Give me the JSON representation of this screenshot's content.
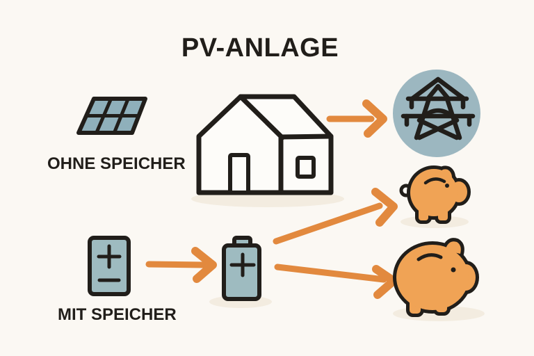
{
  "title": "PV-ANLAGE",
  "scenarios": {
    "without_storage": {
      "label": "OHNE SPEICHER"
    },
    "with_storage": {
      "label": "MIT SPEICHER"
    }
  },
  "icons": {
    "solar_panel": "solar-panel-icon",
    "house": "house-icon",
    "power_grid": "power-grid-pylon-icon",
    "battery_module": "battery-module-icon",
    "home_battery": "home-battery-icon",
    "piggy_bank_small": "piggy-bank-small-icon",
    "piggy_bank_large": "piggy-bank-large-icon",
    "arrow": "arrow-right-icon"
  },
  "flow": [
    {
      "from": "house",
      "to": "power-grid"
    },
    {
      "from": "battery-module",
      "to": "home-battery"
    },
    {
      "from": "home-battery",
      "to": "piggy-bank-small"
    },
    {
      "from": "home-battery",
      "to": "piggy-bank-large"
    }
  ],
  "colors": {
    "background": "#FBF8F3",
    "ink": "#211E1A",
    "accent_orange": "#E2893E",
    "piggy_orange": "#F0A355",
    "panel_blue": "#8FB0BB",
    "battery_blue": "#9EBBC0",
    "circle_blue": "#9CB7C0",
    "shadow_beige": "#F3ECE0",
    "house_white": "#FDFCF9"
  }
}
